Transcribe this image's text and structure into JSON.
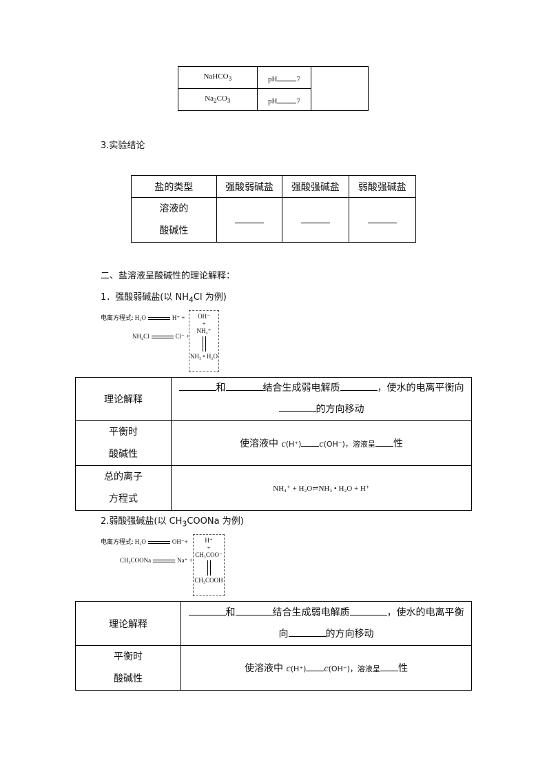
{
  "top_table": {
    "rows": [
      {
        "salt_html": "NaHCO<sub>3</sub>",
        "ph": "pH",
        "ph_tail": "7"
      },
      {
        "salt_html": "Na<sub>2</sub>CO<sub>3</sub>",
        "ph": "pH",
        "ph_tail": "7"
      }
    ]
  },
  "section3": {
    "title": "3.实验结论",
    "headers": [
      "盐的类型",
      "强酸弱碱盐",
      "强酸强碱盐",
      "弱酸强碱盐"
    ],
    "row_label_line1": "溶液的",
    "row_label_line2": "酸碱性"
  },
  "section_two_title": "二、盐溶液呈酸碱性的理论解释：",
  "part1": {
    "title_html": "1．强酸弱碱盐(以 NH<sub>4</sub>Cl 为例)",
    "diagram": {
      "label": "电离方程式:",
      "eq1_left": "H₂O",
      "eq1_right": "H⁺ +",
      "eq2_left": "NH₄Cl",
      "eq2_right": "Cl⁻ +",
      "box_top": "OH⁻",
      "box_plus": "+",
      "box_mid": "NH₄⁺",
      "box_bottom": "NH₃ • H₂O"
    },
    "rows": {
      "r1_label": "理论解释",
      "r1_t1": "和",
      "r1_t2": "结合生成弱电解质",
      "r1_t3": "，使水的电离平衡向",
      "r1_t4": "的方向移动",
      "r2_label1": "平衡时",
      "r2_label2": "酸碱性",
      "r2_t1": "使溶液中",
      "r2_c1": "c",
      "r2_h": "(H⁺)",
      "r2_c2": "c",
      "r2_oh": "(OH⁻)，溶液呈",
      "r2_t2": "性",
      "r3_label1": "总的离子",
      "r3_label2": "方程式",
      "r3_eq": "NH₄⁺ + H₂O⇌NH₃ • H₂O + H⁺"
    }
  },
  "part2": {
    "title_html": "2.弱酸强碱盐(以 CH<sub>3</sub>COONa 为例)",
    "diagram": {
      "label": "电离方程式:",
      "eq1_left": "H₂O",
      "eq1_right": "OH⁻+",
      "eq2_left": "CH₃COONa",
      "eq2_right": "Na⁺ +",
      "box_top": "H⁺",
      "box_plus": "+",
      "box_mid": "CH₃COO⁻",
      "box_bottom": "CH₃COOH"
    },
    "rows": {
      "r1_label": "理论解释",
      "r1_t1": "和",
      "r1_t2": "结合生成弱电解质",
      "r1_t3": "，使水的电离平衡",
      "r1_t4a": "向",
      "r1_t4": "的方向移动",
      "r2_label1": "平衡时",
      "r2_label2": "酸碱性",
      "r2_t1": "使溶液中",
      "r2_c1": "c",
      "r2_h": "(H⁺)",
      "r2_c2": "c",
      "r2_oh": "(OH⁻)，溶液呈",
      "r2_t2": "性"
    }
  }
}
